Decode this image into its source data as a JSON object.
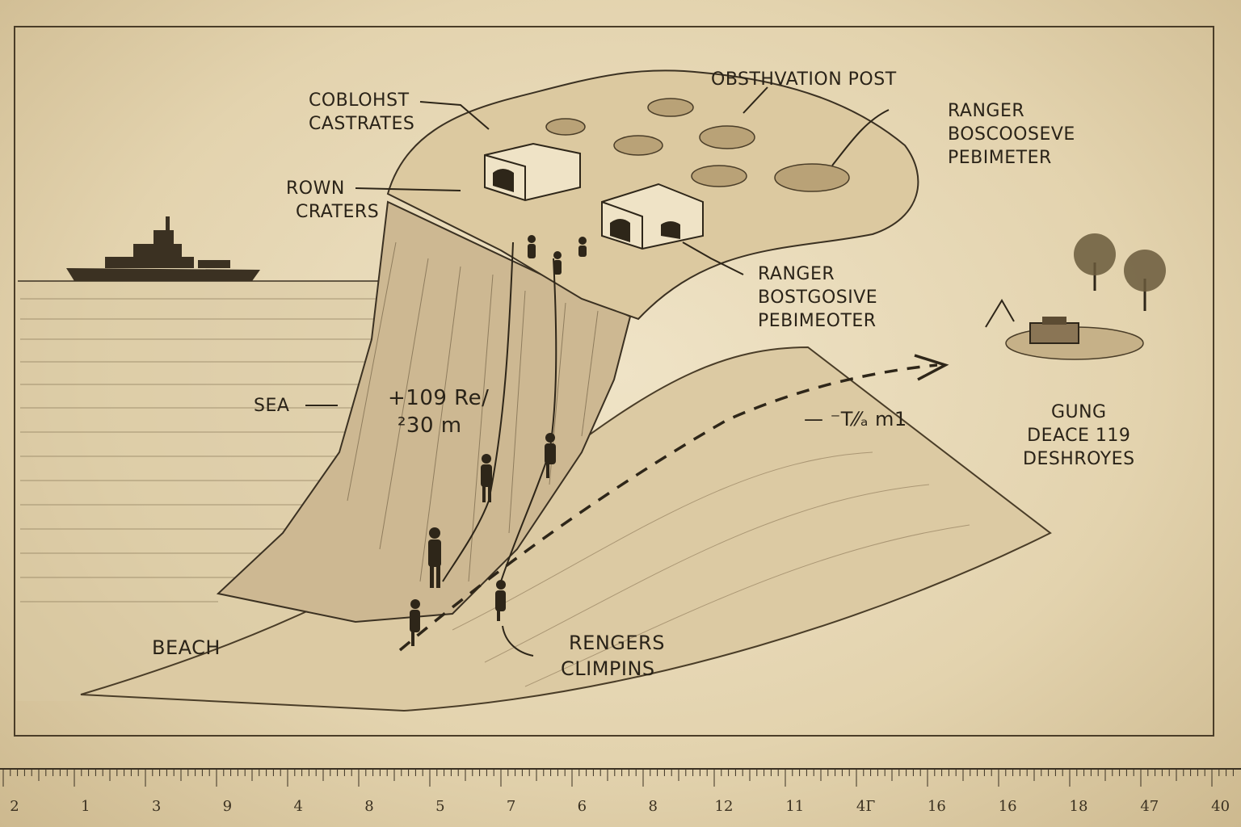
{
  "labels": {
    "observation_post": "OBSTHVATION POST",
    "coblohst": [
      "COBLOHST",
      "CASTRATES"
    ],
    "rown_craters": [
      "ROWN",
      "CRATERS"
    ],
    "ranger_perimeter_top": [
      "RANGER",
      "BOSCOOSEVE",
      "PEBIMETER"
    ],
    "ranger_perimeter_mid": [
      "RANGER",
      "BOSTGOSIVE",
      "PEBIMEOTER"
    ],
    "sea": "SEA",
    "cliff_height": [
      "+109 Re/",
      "²30 m"
    ],
    "distance": "— ⁻T⁄⁄ₐ m1",
    "guns": [
      "GUNG",
      "DEACE 119",
      "DESHROYES"
    ],
    "beach": "BEACH",
    "rangers_climbing": [
      "RENGERS",
      "CLIMPINS"
    ]
  },
  "ruler": {
    "numbers": [
      "2",
      "1",
      "3",
      "9",
      "4",
      "8",
      "5",
      "7",
      "6",
      "8",
      "12",
      "11",
      "4Г",
      "16",
      "16",
      "18",
      "47",
      "40"
    ]
  },
  "colors": {
    "paper": "#e9dcbc",
    "ink": "#2e2619"
  }
}
